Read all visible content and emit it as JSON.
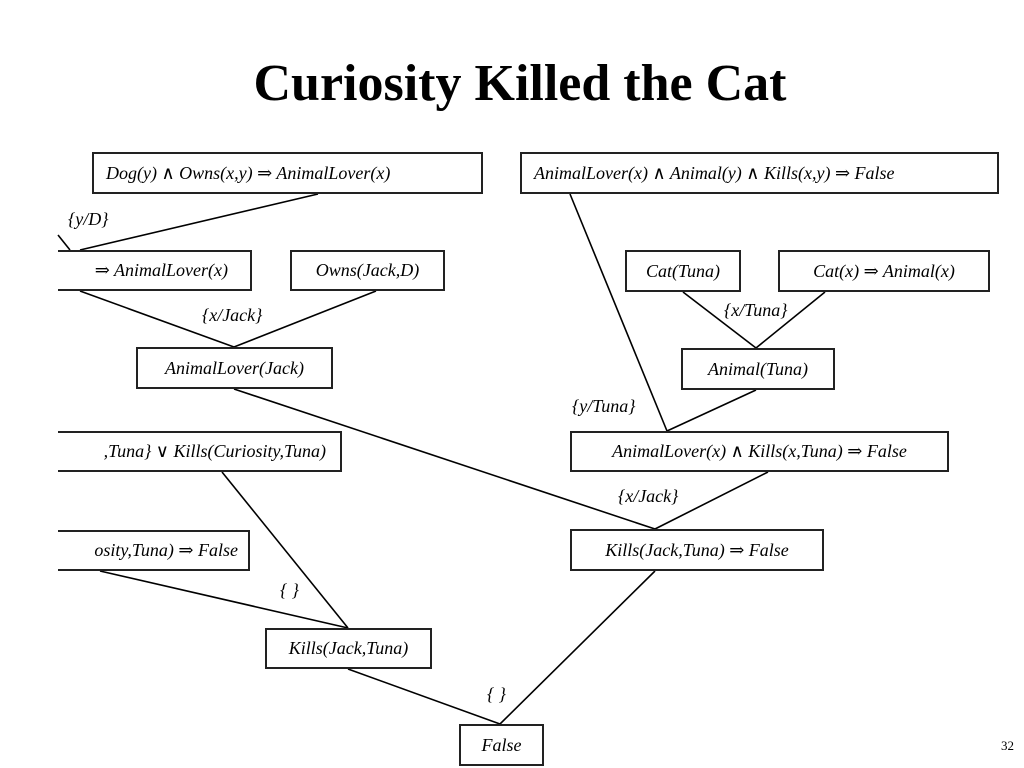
{
  "title": "Curiosity Killed the Cat",
  "page_number": "32",
  "nodes": {
    "dog_owns_rule": "Dog(y)  ∧  Owns(x,y)  ⇒ AnimalLover(x)",
    "animal_lover_rule": "AnimalLover(x)  ∧ Animal(y)  ∧ Kills(x,y) ⇒ False",
    "implies_animal_lover": "⇒ AnimalLover(x)",
    "owns_jack_d": "Owns(Jack,D)",
    "cat_tuna": "Cat(Tuna)",
    "cat_implies_animal": "Cat(x)   ⇒ Animal(x)",
    "animal_lover_jack": "AnimalLover(Jack)",
    "animal_tuna": "Animal(Tuna)",
    "kills_disjunction": ",Tuna}  ∨ Kills(Curiosity,Tuna)",
    "animal_lover_kills_tuna": "AnimalLover(x)  ∧ Kills(x,Tuna)  ⇒ False",
    "curiosity_implies_false": "osity,Tuna)  ⇒ False",
    "kills_jack_tuna_false": "Kills(Jack,Tuna)  ⇒ False",
    "kills_jack_tuna": "Kills(Jack,Tuna)",
    "false_node": "False"
  },
  "substitutions": {
    "y_d": "{y/D}",
    "x_jack_top": "{x/Jack}",
    "x_tuna": "{x/Tuna}",
    "y_tuna": "{y/Tuna}",
    "x_jack_mid": "{x/Jack}",
    "empty_left": "{ }",
    "empty_bottom": "{ }"
  }
}
